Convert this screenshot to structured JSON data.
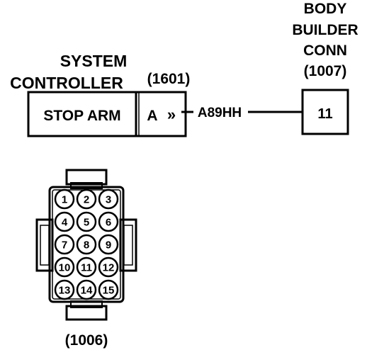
{
  "system_controller": {
    "title_line1": "SYSTEM",
    "title_line2": "CONTROLLER",
    "connector_id": "(1601)",
    "function_label": "STOP ARM",
    "pin": "A"
  },
  "wire": {
    "id": "A89HH",
    "arrow_glyph": "»"
  },
  "body_builder_conn": {
    "title_line1": "BODY",
    "title_line2": "BUILDER",
    "title_line3": "CONN",
    "connector_id": "(1007)",
    "pin": "11"
  },
  "connector_face": {
    "connector_id": "(1006)",
    "pins": [
      "1",
      "2",
      "3",
      "4",
      "5",
      "6",
      "7",
      "8",
      "9",
      "10",
      "11",
      "12",
      "13",
      "14",
      "15"
    ]
  },
  "colors": {
    "ink": "#000000",
    "background": "#ffffff"
  }
}
